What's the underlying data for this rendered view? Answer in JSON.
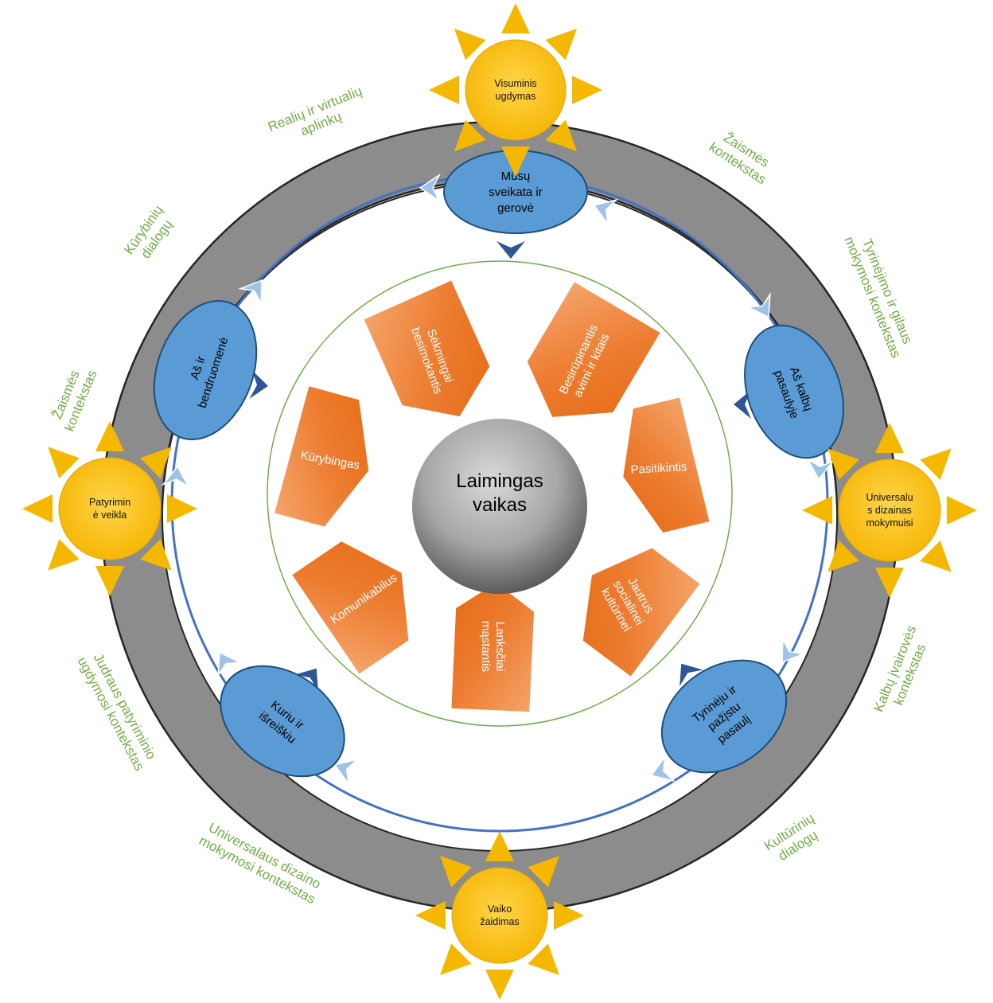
{
  "center": {
    "line1": "Laimingas",
    "line2": "vaikas"
  },
  "suns": [
    {
      "line1": "Visuminis",
      "line2": "ugdymas"
    },
    {
      "line1": "Universalu",
      "line2": "s dizainas",
      "line3": "mokymuisi"
    },
    {
      "line1": "Vaiko",
      "line2": "žaidimas"
    },
    {
      "line1": "Patyrimin",
      "line2": "ė veikla"
    }
  ],
  "areas": [
    {
      "line1": "Mūsų",
      "line2": "sveikata ir",
      "line3": "gerovė"
    },
    {
      "line1": "Aš kalbų",
      "line2": "pasaulyje"
    },
    {
      "line1": "Tyrinėju ir",
      "line2": "pažįstu",
      "line3": "pasaulį"
    },
    {
      "line1": "Kuriu ir",
      "line2": "išreiškiu"
    },
    {
      "line1": "Aš ir",
      "line2": "bendruomenė"
    }
  ],
  "qualities": [
    {
      "line1": "Sėkmingai",
      "line2": "besimokantis"
    },
    {
      "line1": "Besirūpinantis",
      "line2": "avimi ir kitais"
    },
    {
      "line1": "Pasitikintis"
    },
    {
      "line1": "Jautrus",
      "line2": "socialinei",
      "line3": "kultūrinei"
    },
    {
      "line1": "Lanksčiai",
      "line2": "mąstantis"
    },
    {
      "line1": "Komunikabilus"
    },
    {
      "line1": "Kūrybingas"
    }
  ],
  "contexts": [
    {
      "line1": "Realių ir virtualių",
      "line2": "aplinkų"
    },
    {
      "line1": "Žaismės",
      "line2": "kontekstas"
    },
    {
      "line1": "Tyrinėjimo ir gilaus",
      "line2": "mokymosi kontekstas"
    },
    {
      "line1": "Kalbų įvairovės",
      "line2": "kontekstas"
    },
    {
      "line1": "Kultūrinių",
      "line2": "dialogų"
    },
    {
      "line1": "Universalaus dizaino",
      "line2": "mokymosi kontekstas"
    },
    {
      "line1": "Judraus patyriminio",
      "line2": "ugdymosi kontekstas"
    },
    {
      "line1": "Žaismės",
      "line2": "kontekstas"
    },
    {
      "line1": "Kūrybinių",
      "line2": "dialogų"
    }
  ],
  "colors": {
    "ring": "#8c8c8c",
    "ring_edge": "#262626",
    "area_fill": "#5b9bd5",
    "area_edge": "#1f4e79",
    "sun_fill": "#ffc000",
    "ray_fill": "#f5b800",
    "petal_fill": "#ed7d31",
    "inner_circle": "#70ad47",
    "context_text": "#70ad47",
    "cycle_line": "#4472c4",
    "chevron": "#2f5597",
    "arrowhead": "#9dc3e6"
  }
}
